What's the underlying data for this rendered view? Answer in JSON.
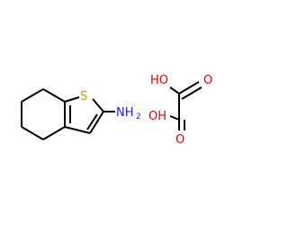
{
  "molecule": {
    "sulfur_label": "S",
    "amine_label": "NH",
    "amine_subscript": "2"
  },
  "oxalic_acid": {
    "hydroxyl_top": "HO",
    "carbonyl_top": "O",
    "hydroxyl_bottom": "OH",
    "carbonyl_bottom": "O"
  },
  "colors": {
    "bond": "#000000",
    "sulfur": "#b8a200",
    "nitrogen": "#1a1aff",
    "oxygen": "#e00000"
  }
}
